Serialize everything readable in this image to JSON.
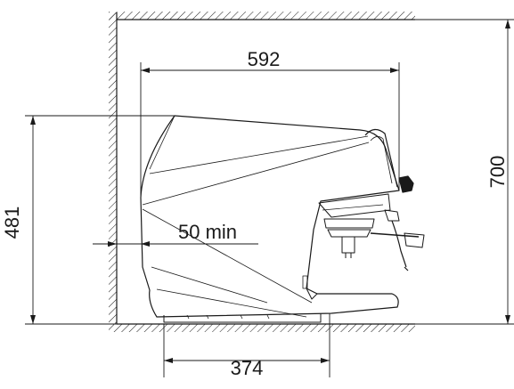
{
  "diagram": {
    "dimensions": {
      "top_width": "592",
      "total_height": "700",
      "machine_height": "481",
      "wall_clearance": "50 min",
      "base_depth": "374"
    },
    "colors": {
      "line": "#1a1a1a",
      "hatch": "#1a1a1a",
      "background": "#ffffff"
    }
  }
}
